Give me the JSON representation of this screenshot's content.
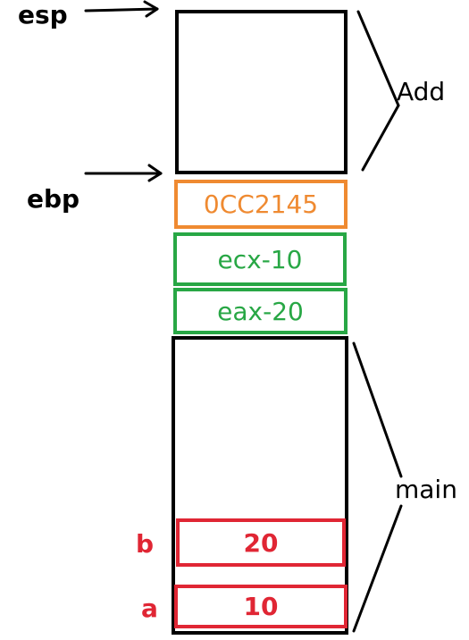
{
  "pointers": {
    "esp": "esp",
    "ebp": "ebp"
  },
  "frames": {
    "add_label": "Add",
    "main_label": "main"
  },
  "slots": {
    "return_address": "0CC2145",
    "ecx": "ecx-10",
    "eax": "eax-20",
    "b_value": "20",
    "a_value": "10"
  },
  "variables": {
    "b_name": "b",
    "a_name": "a"
  },
  "colors": {
    "frame_border": "#000000",
    "return_address": "#ef8a31",
    "registers": "#28a745",
    "variables": "#e02634"
  }
}
